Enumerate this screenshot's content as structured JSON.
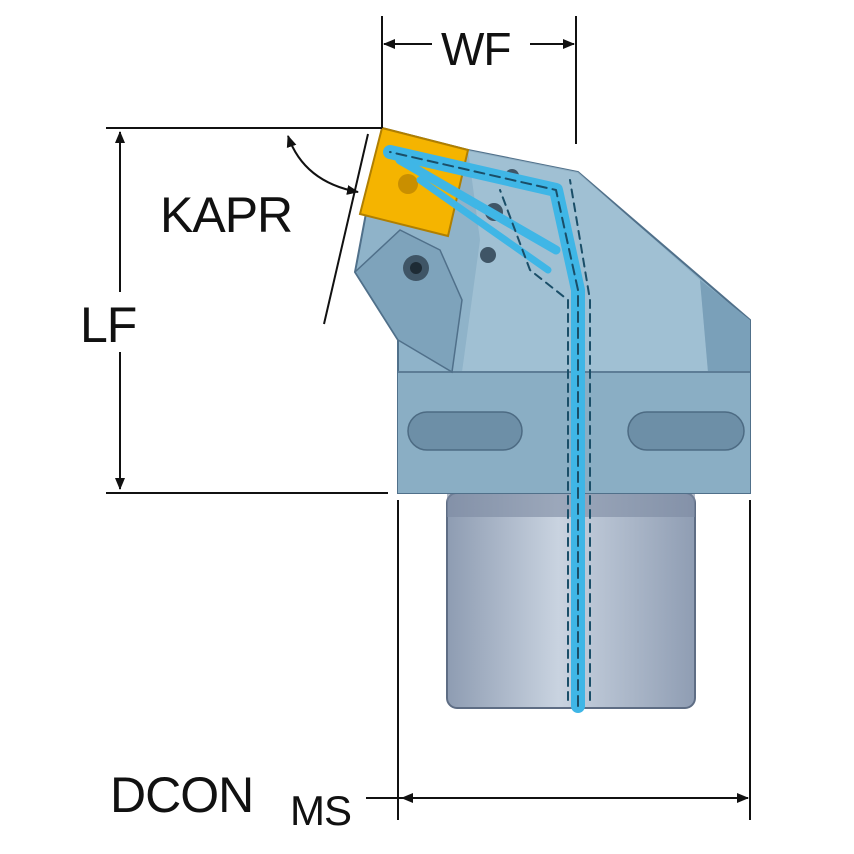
{
  "dimensions": {
    "wf": "WF",
    "kapr": "KAPR",
    "lf": "LF",
    "dcon": "DCON",
    "dcon_subscript": "MS"
  },
  "colors": {
    "body": "#8fb3c9",
    "body_shadow": "#6f93ab",
    "shank": "#a9b6c8",
    "insert": "#f5b400",
    "coolant": "#3fb6e6",
    "line": "#111111"
  }
}
